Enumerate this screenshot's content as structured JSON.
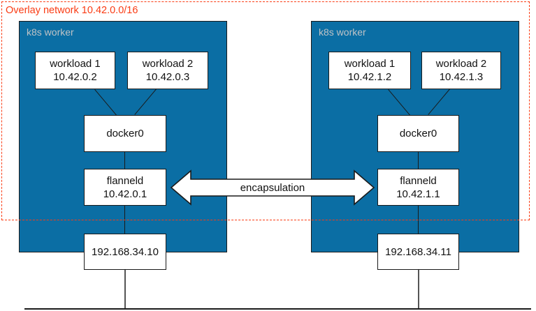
{
  "diagram": {
    "title": "Overlay network 10.42.0.0/16",
    "overlay_label": "Overlay network 10.42.0.0/16",
    "overlay_color": "#fa3c14",
    "worker_fill": "#0b6ea4",
    "node_border": "#1a1a1a",
    "workers": [
      {
        "label": "k8s worker",
        "workloads": [
          {
            "name": "workload 1",
            "ip": "10.42.0.2"
          },
          {
            "name": "workload 2",
            "ip": "10.42.0.3"
          }
        ],
        "bridge": {
          "name": "docker0"
        },
        "flannel": {
          "name": "flanneld",
          "ip": "10.42.0.1"
        },
        "host": {
          "ip": "192.168.34.10"
        }
      },
      {
        "label": "k8s worker",
        "workloads": [
          {
            "name": "workload 1",
            "ip": "10.42.1.2"
          },
          {
            "name": "workload 2",
            "ip": "10.42.1.3"
          }
        ],
        "bridge": {
          "name": "docker0"
        },
        "flannel": {
          "name": "flanneld",
          "ip": "10.42.1.1"
        },
        "host": {
          "ip": "192.168.34.11"
        }
      }
    ],
    "link": {
      "label": "encapsulation"
    }
  }
}
